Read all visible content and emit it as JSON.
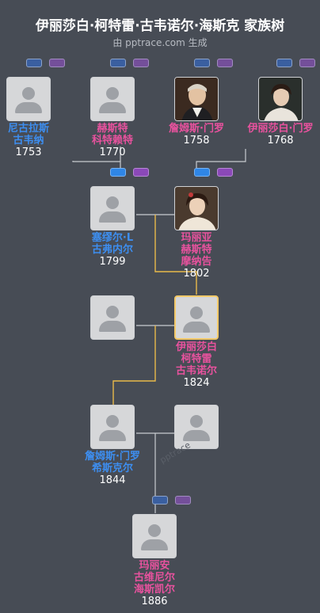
{
  "header": {
    "title": "伊丽莎白·柯特雷·古韦诺尔·海斯克 家族树",
    "subtitle": "由 pptrace.com 生成"
  },
  "watermark": "pptrace",
  "people": [
    {
      "id": "p1",
      "name": "尼古拉斯\n古韦纳",
      "year": "1753",
      "sex": "male",
      "photo": "placeholder"
    },
    {
      "id": "p2",
      "name": "赫斯特\n科特赖特",
      "year": "1770",
      "sex": "female",
      "photo": "placeholder"
    },
    {
      "id": "p3",
      "name": "詹姆斯·门罗",
      "year": "1758",
      "sex": "female",
      "photo": "portrait"
    },
    {
      "id": "p4",
      "name": "伊丽莎白·门罗",
      "year": "1768",
      "sex": "female",
      "photo": "portrait"
    },
    {
      "id": "p5",
      "name": "塞缪尔·L\n古弗内尔",
      "year": "1799",
      "sex": "male",
      "photo": "placeholder"
    },
    {
      "id": "p6",
      "name": "玛丽亚\n赫斯特\n摩纳告",
      "year": "1802",
      "sex": "female",
      "photo": "portrait"
    },
    {
      "id": "p7",
      "name": "",
      "year": "",
      "sex": "none",
      "photo": "placeholder"
    },
    {
      "id": "p8",
      "name": "伊丽莎白\n柯特雷\n古韦诺尔",
      "year": "1824",
      "sex": "female",
      "photo": "placeholder"
    },
    {
      "id": "p9",
      "name": "詹姆斯·门罗\n希斯克尔",
      "year": "1844",
      "sex": "male",
      "photo": "placeholder"
    },
    {
      "id": "p10",
      "name": "",
      "year": "",
      "sex": "none",
      "photo": "placeholder"
    },
    {
      "id": "p11",
      "name": "玛丽安\n古维尼尔\n海斯凯尔",
      "year": "1886",
      "sex": "female",
      "photo": "placeholder"
    }
  ],
  "colors": {
    "background": "#474c55",
    "male": "#3d8ef0",
    "female": "#e8529e",
    "line": "#c8cbd0",
    "highlight_line": "#e8b94a"
  },
  "icons": [
    "person-placeholder-icon",
    "portrait-photo"
  ]
}
